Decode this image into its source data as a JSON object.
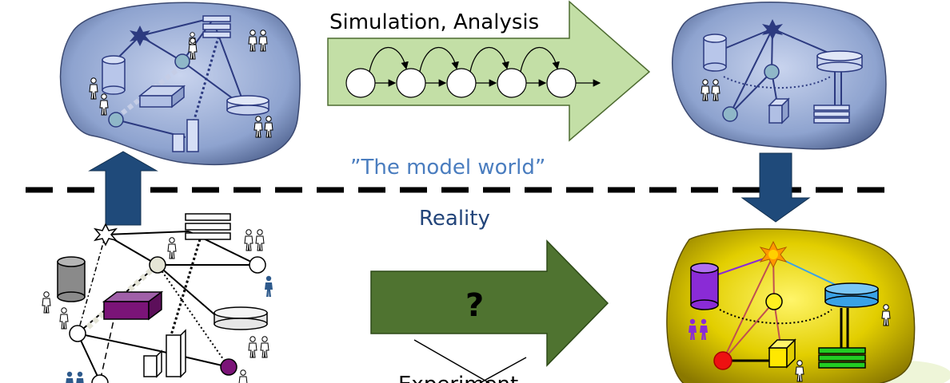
{
  "labels": {
    "simulation": "Simulation, Analysis",
    "model_world": "”The model world”",
    "reality": "Reality",
    "question": "?",
    "experiment": "Experiment"
  },
  "colors": {
    "blob_blue": "#8ea3cf",
    "blob_yellow": "#e6d200",
    "arrow_light_green": "#c3dfa6",
    "arrow_dark_green": "#4f7330",
    "vertical_arrow": "#1f4a7a",
    "model_world_text": "#4a7dbf",
    "reality_text": "#23457a",
    "purple": "#8a2bd6",
    "sky_blue": "#3aa2e6",
    "bright_green": "#22cc22",
    "red_node": "#ee1111",
    "orange_star": "#ff9800"
  }
}
